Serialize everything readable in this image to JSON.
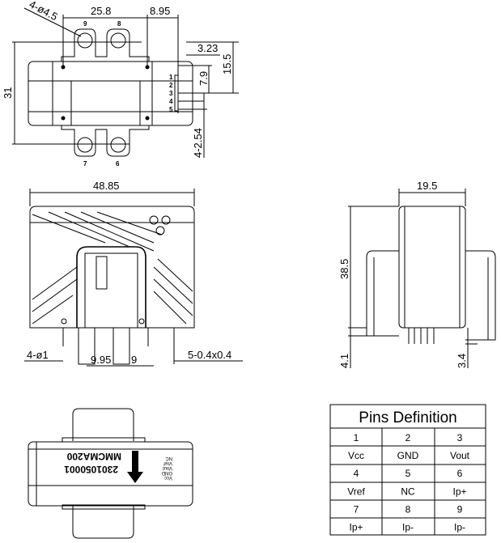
{
  "top_view": {
    "dims": {
      "width_between_holes": "25.8",
      "offset_right": "8.95",
      "hole_spec": "4-ø4.5",
      "height": "31",
      "pin_offset": "3.23",
      "pin_height": "15.5",
      "pin_span": "7.9",
      "pin_pitch": "4-2.54"
    },
    "lug_labels": [
      "9",
      "8",
      "7",
      "6"
    ],
    "pin_labels": [
      "1",
      "2",
      "3",
      "4",
      "5"
    ]
  },
  "front_view": {
    "dims": {
      "width": "48.85",
      "pin_hole": "4-ø1",
      "lug_spacing_left": "9.95",
      "lug_spacing": "9",
      "pin_size": "5-0.4x0.4"
    }
  },
  "side_view": {
    "dims": {
      "depth": "19.5",
      "height": "38.5",
      "lug_length": "4.1",
      "pin_length": "3.4"
    }
  },
  "bottom_view": {
    "model": "MMCMA200",
    "serial": "2301050001",
    "pin_names": [
      "Vcc",
      "GND",
      "Vout",
      "Vref",
      "NC"
    ]
  },
  "pins_table": {
    "title": "Pins Definition",
    "rows": [
      [
        "1",
        "2",
        "3"
      ],
      [
        "Vcc",
        "GND",
        "Vout"
      ],
      [
        "4",
        "5",
        "6"
      ],
      [
        "Vref",
        "NC",
        "Ip+"
      ],
      [
        "7",
        "8",
        "9"
      ],
      [
        "Ip+",
        "Ip-",
        "Ip-"
      ]
    ]
  }
}
